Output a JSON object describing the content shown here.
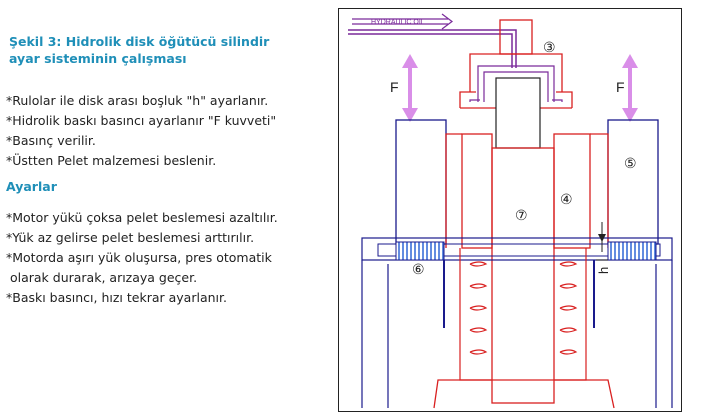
{
  "title": {
    "line1": "Şekil 3: Hidrolik disk öğütücü silindir",
    "line2": "ayar sisteminin çalışması"
  },
  "steps": [
    "*Rulolar ile disk arası boşluk \"h\" ayarlanır.",
    "*Hidrolik baskı basıncı ayarlanır \"F kuvveti\"",
    "*Basınç verilir.",
    "*Üstten Pelet malzemesi beslenir."
  ],
  "settings_heading": "Ayarlar",
  "settings": [
    "*Motor yükü çoksa pelet beslemesi azaltılır.",
    "*Yük az gelirse pelet beslemesi arttırılır.",
    "*Motorda aşırı yük oluşursa, pres otomatik",
    " olarak durarak, arızaya geçer.",
    "*Baskı basıncı, hızı tekrar ayarlanır."
  ],
  "diagram": {
    "oil_label": "HYDRAULIC OIL",
    "force_left": "F",
    "force_right": "F",
    "gap_label": "h",
    "part3": "③",
    "part4": "④",
    "part5": "⑤",
    "part6": "⑥",
    "part7": "⑦",
    "colors": {
      "frame": "#1a1a8c",
      "red": "#d92020",
      "purple": "#7a2a9a",
      "arrow": "#d98ee8",
      "mesh": "#3a6fd8"
    }
  }
}
